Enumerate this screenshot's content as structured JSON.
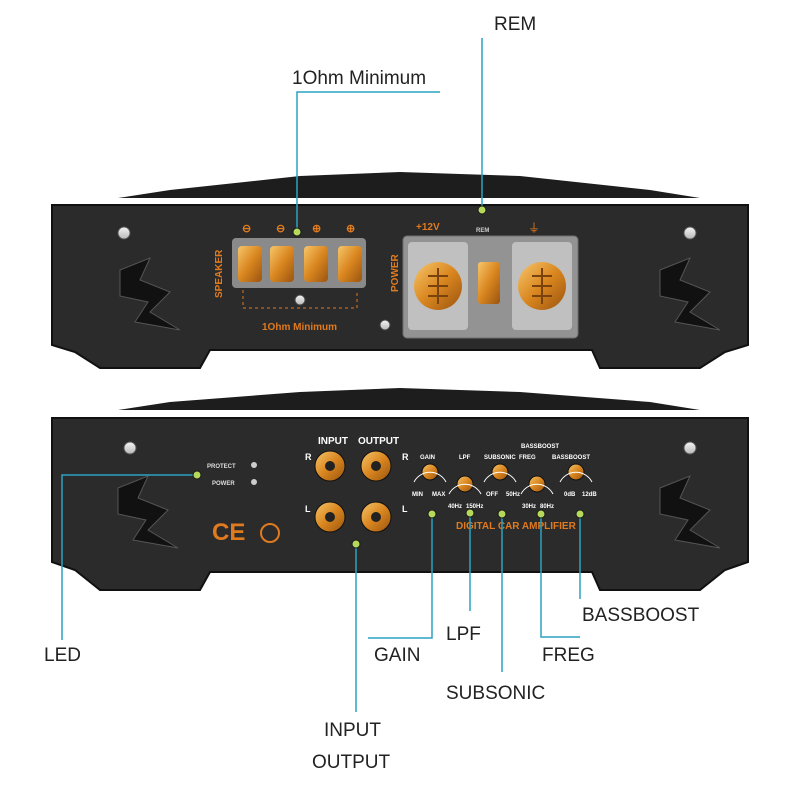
{
  "colors": {
    "accent_line": "#2aa3c2",
    "dot": "#b6d95a",
    "panel": "#2a2a2a",
    "brass": "#e0962a",
    "label_orange": "#e07a1f"
  },
  "callouts": {
    "rem": "REM",
    "min_ohm": "1Ohm Minimum",
    "led": "LED",
    "gain": "GAIN",
    "lpf": "LPF",
    "subsonic": "SUBSONIC",
    "freg": "FREG",
    "bassboost": "BASSBOOST",
    "input": "INPUT",
    "output": "OUTPUT"
  },
  "top_panel": {
    "speaker": "SPEAKER",
    "power": "POWER",
    "min_ohm": "1Ohm Minimum",
    "rem": "REM",
    "plus_12v": "+12V",
    "signs": [
      "⊖",
      "⊖",
      "⊕",
      "⊕"
    ]
  },
  "bottom_panel": {
    "input": "INPUT",
    "output": "OUTPUT",
    "r": "R",
    "l": "L",
    "protect": "PROTECT",
    "power": "POWER",
    "gain": "GAIN",
    "min": "MIN",
    "max": "MAX",
    "lpf": "LPF",
    "hz40": "40Hz",
    "hz150": "150Hz",
    "subsonic": "SUBSONIC",
    "off": "OFF",
    "hz50": "50Hz",
    "bassboost_top": "BASSBOOST",
    "freg": "FREG",
    "bassboost": "BASSBOOST",
    "hz30": "30Hz",
    "hz80": "80Hz",
    "db0": "0dB",
    "db12": "12dB",
    "digital": "DIGITAL CAR AMPLIFIER",
    "ce": "CE"
  }
}
